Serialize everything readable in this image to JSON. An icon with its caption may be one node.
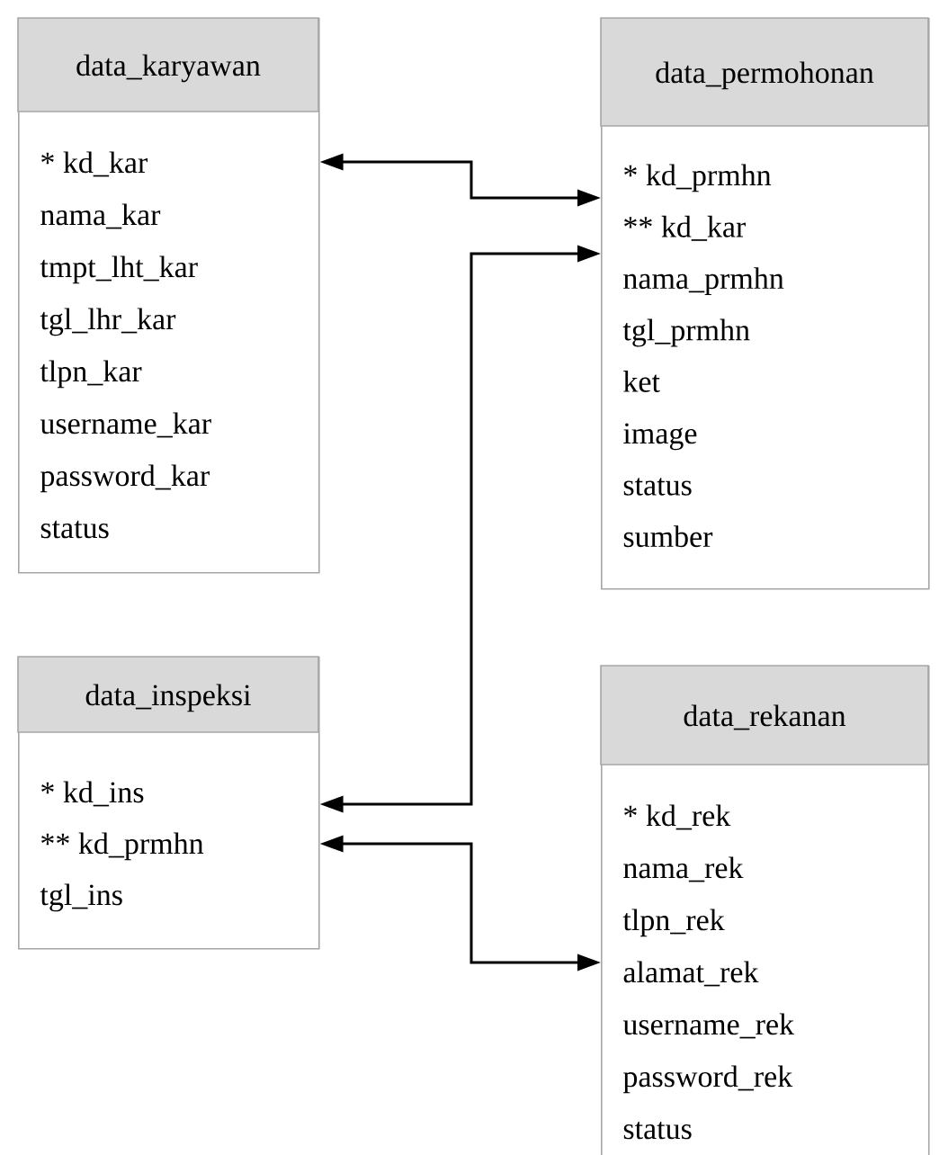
{
  "diagram": {
    "nodes": [
      {
        "text": [
          "data_karyawan",
          "* kd_kar",
          "nama_kar",
          "tmpt_lht_kar",
          "tgl_lhr_kar",
          "tlpn_kar",
          "username_kar",
          "password_kar",
          "status"
        ]
      },
      {
        "text": [
          "data_permohonan",
          "* kd_prmhn",
          "** kd_kar",
          "nama_prmhn",
          "tgl_prmhn",
          "ket",
          "image",
          "status",
          "sumber"
        ]
      },
      {
        "text": [
          "data_inspeksi",
          "* kd_ins",
          "** kd_prmhn",
          "tgl_ins"
        ]
      },
      {
        "text": [
          "data_rekanan",
          "* kd_rek",
          "nama_rek",
          "tlpn_rek",
          "alamat_rek",
          "username_rek",
          "password_rek",
          "status"
        ]
      }
    ],
    "edges": [
      {
        "from": 0,
        "to": 1,
        "arrow": "both"
      },
      {
        "from": 2,
        "to": 1,
        "arrow": "both"
      },
      {
        "from": 2,
        "to": 3,
        "arrow": "both"
      }
    ]
  }
}
